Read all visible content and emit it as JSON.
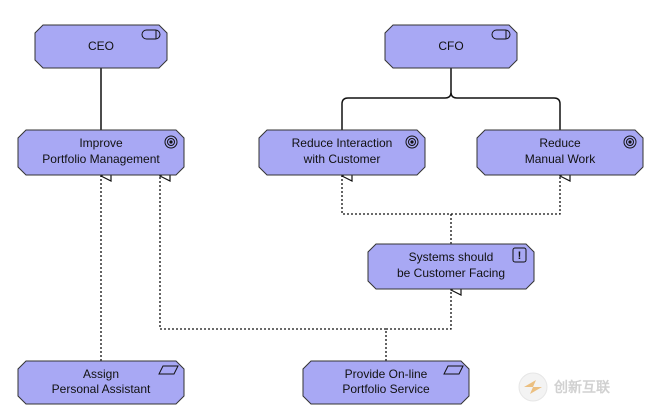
{
  "colors": {
    "node_fill": "#a8a8f4",
    "node_stroke": "#333333",
    "connector": "#111111"
  },
  "nodes": {
    "ceo": {
      "label": "CEO",
      "icon": "stakeholder-icon"
    },
    "cfo": {
      "label": "CFO",
      "icon": "stakeholder-icon"
    },
    "improve": {
      "line1": "Improve",
      "line2": "Portfolio Management",
      "icon": "goal-icon"
    },
    "reduce_interaction": {
      "line1": "Reduce Interaction",
      "line2": "with Customer",
      "icon": "goal-icon"
    },
    "reduce_manual": {
      "line1": "Reduce",
      "line2": "Manual Work",
      "icon": "goal-icon"
    },
    "systems": {
      "line1": "Systems should",
      "line2": "be Customer Facing",
      "icon": "principle-icon",
      "icon_glyph": "!"
    },
    "assign": {
      "line1": "Assign",
      "line2": "Personal Assistant",
      "icon": "requirement-icon"
    },
    "provide": {
      "line1": "Provide On-line",
      "line2": "Portfolio Service",
      "icon": "requirement-icon"
    }
  },
  "watermark": {
    "text": "创新互联",
    "icon": "logo-icon"
  }
}
